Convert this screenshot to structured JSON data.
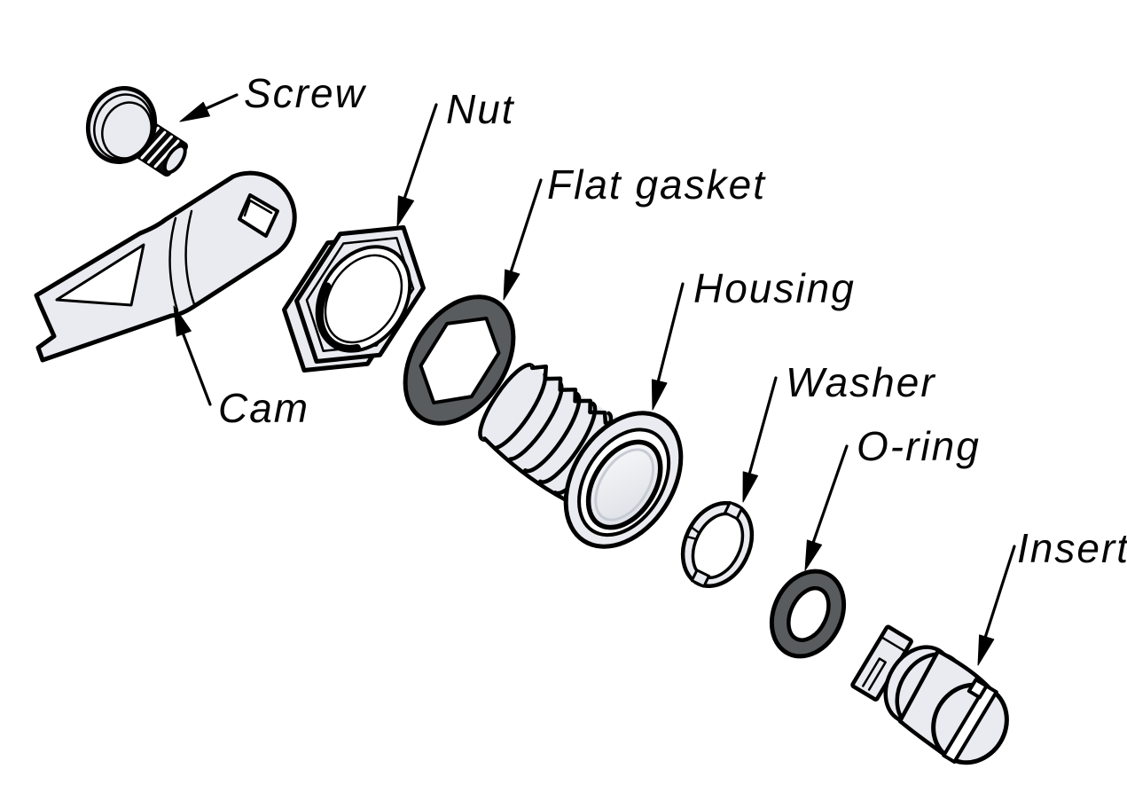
{
  "diagram": {
    "background_color": "#ffffff",
    "line_color": "#000000",
    "metal_fill_color": "#e9ebf0",
    "rubber_fill_color": "#595c5e",
    "parts": [
      {
        "id": "screw",
        "label": "Screw"
      },
      {
        "id": "cam",
        "label": "Cam"
      },
      {
        "id": "nut",
        "label": "Nut"
      },
      {
        "id": "flat-gasket",
        "label": "Flat gasket"
      },
      {
        "id": "housing",
        "label": "Housing"
      },
      {
        "id": "washer",
        "label": "Washer"
      },
      {
        "id": "o-ring",
        "label": "O-ring"
      },
      {
        "id": "insert",
        "label": "Insert"
      }
    ]
  }
}
